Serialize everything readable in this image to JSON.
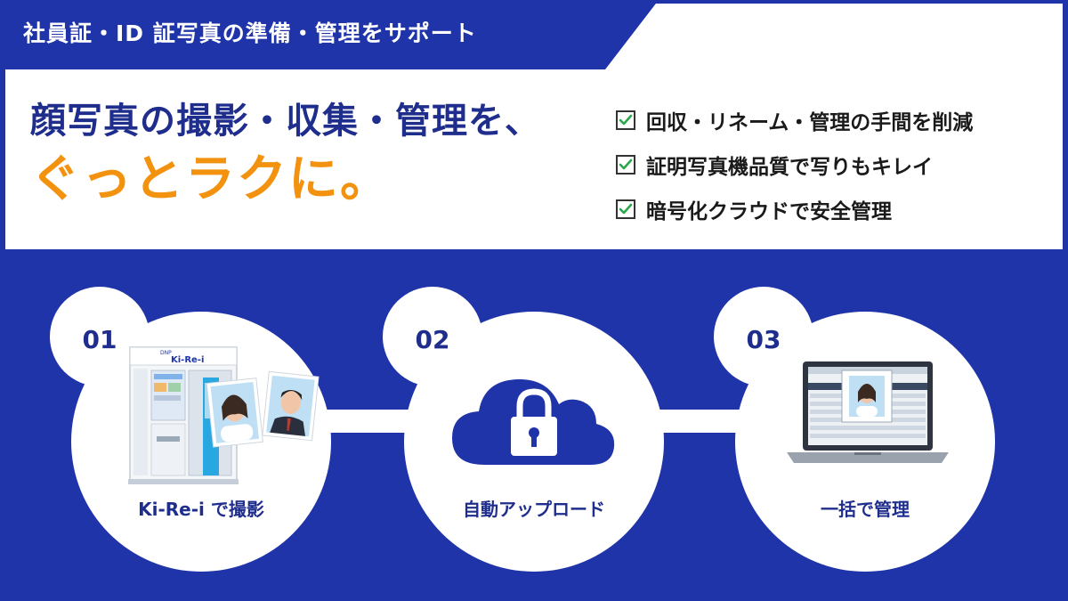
{
  "banner": {
    "tag_text": "社員証・ID 証写真の準備・管理をサポート"
  },
  "headline": {
    "line1": "顔写真の撮影・収集・管理を、",
    "line2": "ぐっとラクに。"
  },
  "features": [
    {
      "text": "回収・リネーム・管理の手間を削減"
    },
    {
      "text": "証明写真機品質で写りもキレイ"
    },
    {
      "text": "暗号化クラウドで安全管理"
    }
  ],
  "steps": [
    {
      "number": "01",
      "label": "Ki-Re-i で撮影",
      "booth_brand": "Ki-Re-i",
      "booth_maker": "DNP"
    },
    {
      "number": "02",
      "label": "自動アップロード"
    },
    {
      "number": "03",
      "label": "一括で管理"
    }
  ],
  "colors": {
    "primary_blue": "#1f34a8",
    "accent_orange": "#f2920f",
    "check_green": "#2aa84a",
    "text_navy": "#1f2e8c"
  }
}
